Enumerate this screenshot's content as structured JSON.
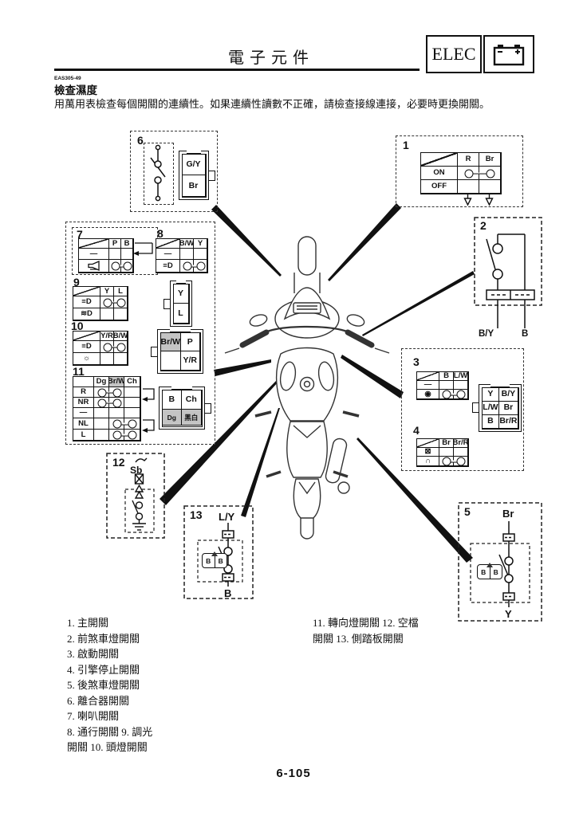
{
  "header": {
    "title": "電子元件",
    "tab_label": "ELEC"
  },
  "intro": {
    "code": "EAS305-49",
    "heading": "檢查濕度",
    "body": "用萬用表檢查每個開關的連續性。如果連續性讀數不正確，請檢查接線連接，必要時更換開關。"
  },
  "diagram": {
    "b1": {
      "num": "1",
      "col1": "R",
      "col2": "Br",
      "row1": "ON",
      "row2": "OFF"
    },
    "b2": {
      "num": "2",
      "wire1": "B/Y",
      "wire2": "B"
    },
    "b3": {
      "num": "3",
      "col1": "B",
      "col2": "L/W",
      "sym1": "—",
      "sym2": "◉"
    },
    "b4": {
      "num": "4",
      "col1": "Br",
      "col2": "Br/R",
      "sym1": "⊠",
      "sym2": "∩"
    },
    "conn34": {
      "r1c1": "Y",
      "r1c2": "B/Y",
      "r2c1": "L/W",
      "r2c2": "Br",
      "r3c1": "B",
      "r3c2": "Br/R"
    },
    "b5": {
      "num": "5",
      "top": "Br",
      "bottom": "Y",
      "plug1": "B",
      "plug2": "B"
    },
    "b6": {
      "num": "6",
      "cell1": "G/Y",
      "cell2": "Br"
    },
    "b7": {
      "num": "7",
      "col1": "P",
      "col2": "B",
      "sym1": "—"
    },
    "b8": {
      "num": "8",
      "col1": "B/W",
      "col2": "Y",
      "sym1": "—",
      "sym2": "≡D"
    },
    "b9": {
      "num": "9",
      "col1": "Y",
      "col2": "L",
      "sym1": "≡D",
      "sym2": "≋D"
    },
    "conn9": {
      "cell1": "Y",
      "cell2": "L"
    },
    "b10": {
      "num": "10",
      "col1": "Y/R",
      "col2": "B/W",
      "sym1": "≡D",
      "sym2": "☼"
    },
    "conn10": {
      "tl": "Br/W",
      "tr": "P",
      "br": "Y/R"
    },
    "b11": {
      "num": "11",
      "col1": "Dg",
      "col2": "Br/W",
      "col3": "Ch",
      "row1": "R",
      "row2": "NR",
      "row3": "—",
      "row4": "NL",
      "row5": "L"
    },
    "conn11": {
      "t1": "B",
      "t2": "Ch",
      "b1": "Dg",
      "b2": "黑白"
    },
    "b12": {
      "num": "12",
      "label": "Sb"
    },
    "b13": {
      "num": "13",
      "top": "L/Y",
      "bottom": "B",
      "plug1": "B",
      "plug2": "B"
    }
  },
  "legend": {
    "left": [
      "1. 主開關",
      "2. 前煞車燈開關",
      "3. 啟動開關",
      "4. 引擎停止開關",
      "5. 後煞車燈開關",
      "6. 離合器開關",
      "7. 喇叭開關",
      "8. 通行開關 9. 調光",
      "開關 10. 頭燈開關"
    ],
    "right": [
      "11. 轉向燈開關 12. 空檔",
      "開關 13. 側踏板開關"
    ]
  },
  "footer": {
    "page": "6-105"
  }
}
